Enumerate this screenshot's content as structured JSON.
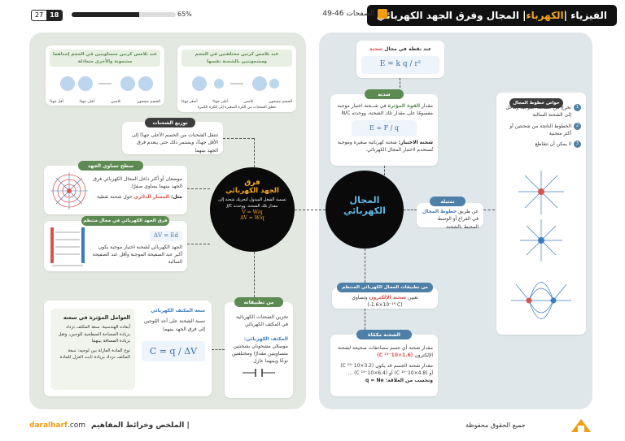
{
  "header": {
    "title_pre": "الفيزياء | ",
    "title_acc": "الكهرباء",
    "title_post": " | المجال وفرق الجهد الكهربائي",
    "pages_label": "الصفحات 46-49",
    "progress_pct": "65%",
    "progress_fraction": 0.65,
    "page_current": "18",
    "page_total": "27"
  },
  "right": {
    "field_value": {
      "title_pre": "عند نقطة في مجال ",
      "title_hl": "شحنة",
      "formula": "E = k q / r²"
    },
    "intensity": {
      "tag": "شدته",
      "text_pre": "مقدار ",
      "text_hl": "القوة المؤثرة",
      "text_post": " في شــحنة اختبار موجبة مقسومًا على مقدار تلك الشحنة، ووحدته N/C",
      "formula": "E = F / q",
      "test_bold": "شحنة الاختبار:",
      "test_text": " شحنة كهربائية صغيرة وموجبة تُستخدم لاختبار المجال الكهربائي."
    },
    "center": {
      "line1": "المجال",
      "line2": "الكهربائي"
    },
    "representation": {
      "tag": "تمثيله",
      "text_pre": "عن طريق ",
      "text_hl": "خطوط المجال",
      "text_post": " في الفراغ أو الوسط المحيط بالشحنة"
    },
    "lines": {
      "tag": "خواص خطوط المجال",
      "items": [
        "تخرج من الشحنة الموجبة وتدخل إلى الشحنة السالبة",
        "الخطوط الناتجة من شحنتين أو أكثر منحنية",
        "لا يمكن أن تتقاطع"
      ]
    },
    "applications": {
      "tag": "من تطبيقات المجال الكهربائي المنتظم",
      "text_pre": "تعيين ",
      "text_hl": "شحنة الإلكترون",
      "text_post": " وتساوي (‎-1.6×10⁻¹⁹ C)"
    },
    "quantized": {
      "tag": "الشحنة مكمّاة",
      "line1": "مقدار شحنة أي جسم مضاعفات صحيحة لشحنة الإلكترون",
      "line1_val": "(1.6×10⁻¹⁹ C)",
      "line2": "مقدار شحنة الجسم قد يكون (3.2×10⁻¹⁹ C) أو (4.8×10⁻¹⁹ C) أو (6.4×10⁻¹⁹ C) ...",
      "line3": "وتحسب من العلاقة: q = Ne"
    }
  },
  "left": {
    "spheres_right": {
      "title": "عند تلامس كرتين مختلفتين في الحجم ومشحونتين بالشحنة نفسها",
      "labels": [
        "الجسم مشحون",
        "أصغر جهدًا",
        "أعلى جهدًا",
        "تلامس"
      ],
      "note": "تتعلق الشحنات من الكرة الصغيرة إلى الكرة الكبيرة"
    },
    "spheres_left": {
      "title": "عند تلامس كرتين متساويتين في الحجم إحداهما مشحونة والأخرى متعادلة",
      "labels": [
        "الجسم مشحون",
        "أقل جهدًا",
        "أعلى جهدًا",
        "تلامس"
      ]
    },
    "distribution": {
      "tag": "توزيع الشحنات",
      "text": "تنتقل الشحنات من الجسم الأعلى جهدًا إلى الأقل جهدًا، ويستمر ذلك حتى ينعدم فرق الجهد بينهما"
    },
    "center": {
      "line1": "فرق",
      "line2": "الجهد الكهربائي",
      "desc": "تسمية الشغل المبذول لتحريك شحنة إلى مقدار تلك الشحنة، ووحدته J/C",
      "formula1": "V = W/q",
      "formula2": "ΔV = W/q"
    },
    "equipotential": {
      "tag": "سطح تساوي الجهد",
      "text1": "موضعان أو أكثر داخل المجال الكهربائي فرق الجهد بينهما يساوي صفرًا.",
      "text2_pre": "مثل: ",
      "text2_hl": "المسار الدائري",
      "text2_post": " حول شحنة نقطية"
    },
    "uniform": {
      "tag": "فرق الجهد الكهربائي في مجال منتظم",
      "formula": "ΔV = Ed",
      "text": "الجهد الكهربائي لشحنة اختبار موجبة يكون أكبر عند الصفيحة الموجبة وأقل عند الصفيحة السالبة"
    },
    "capacitance": {
      "title": "سعة المكثف الكهربائي",
      "text": "نسبة الشحنة على أحد اللوحين إلى فرق الجهد بينهما",
      "formula": "C = q / ΔV"
    },
    "factors": {
      "title": "العوامل المؤثرة في سعته",
      "item1": "أبعاده الهندسية: سعة المكثف تزداد بزيادة المساحة السطحية للوحين، وتقل بزيادة المسافة بينهما",
      "item2": "نوع المادة العازلة بين لوحيه: سعة المكثف تزداد بزيادة ثابت العزل للمادة"
    },
    "app_tag": "من تطبيقاته",
    "app_text": "تخزين الشحنات الكهربائية في المكثف الكهربائي",
    "capacitor_title": "المكثف الكهربائي:",
    "capacitor_text": "موصلان مشحونان بشحنتين متساويتين مقدارًا ومختلفتين نوعًا وبينهما عازل"
  },
  "footer": {
    "brand_main": "daralharf",
    "brand_tld": ".com",
    "subtitle": "الملخص وخرائط المفاهيم",
    "copyright": "جميع الحقوق محفوظة"
  },
  "colors": {
    "green": "#5d8a52",
    "blue": "#4d7fa7",
    "accent": "#f5a623",
    "dark": "#0a0a0a"
  }
}
